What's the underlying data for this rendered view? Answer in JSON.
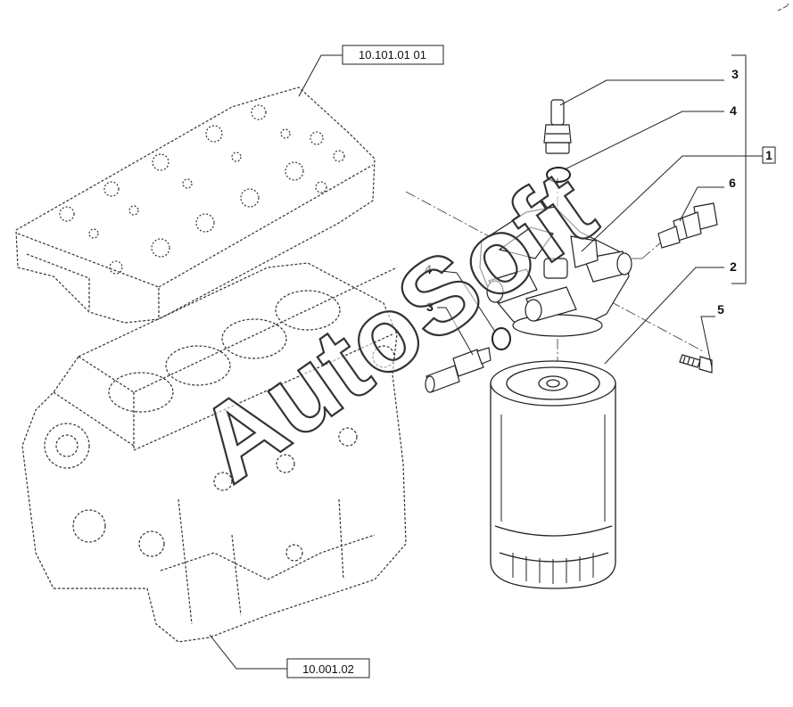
{
  "references": {
    "head_ref": "10.101.01 01",
    "block_ref": "10.001.02"
  },
  "callouts": {
    "c1": "1",
    "c2": "2",
    "c3_top": "3",
    "c3_left": "3",
    "c4_top": "4",
    "c4_left": "4",
    "c5": "5",
    "c6": "6"
  },
  "watermark": "AutoSoft",
  "colors": {
    "line": "#222222",
    "background": "#ffffff"
  }
}
